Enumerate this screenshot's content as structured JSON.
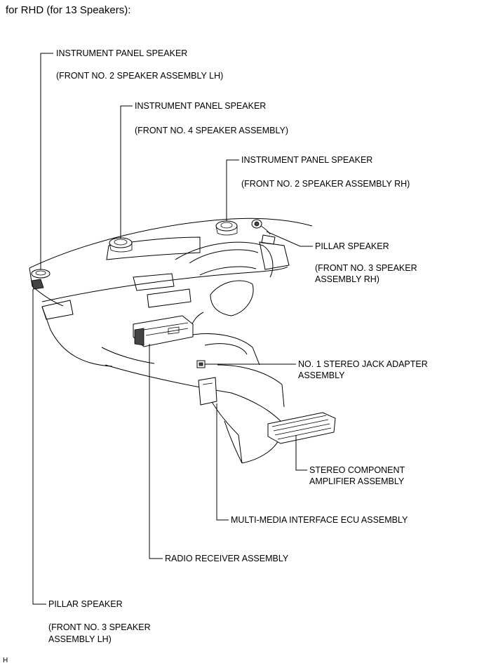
{
  "title": "for RHD (for 13 Speakers):",
  "corner_mark": "H",
  "callouts": {
    "ip_speaker_lh": {
      "name": "INSTRUMENT PANEL SPEAKER",
      "sub": "(FRONT NO. 2 SPEAKER ASSEMBLY LH)"
    },
    "ip_speaker_center": {
      "name": "INSTRUMENT PANEL SPEAKER",
      "sub": "(FRONT NO. 4 SPEAKER ASSEMBLY)"
    },
    "ip_speaker_rh": {
      "name": "INSTRUMENT PANEL SPEAKER",
      "sub": "(FRONT NO. 2 SPEAKER ASSEMBLY RH)"
    },
    "pillar_speaker_rh": {
      "name": "PILLAR SPEAKER",
      "sub1": "(FRONT NO. 3 SPEAKER",
      "sub2": "ASSEMBLY RH)"
    },
    "stereo_jack": {
      "line1": "NO. 1 STEREO JACK ADAPTER",
      "line2": "ASSEMBLY"
    },
    "amplifier": {
      "line1": "STEREO COMPONENT",
      "line2": "AMPLIFIER ASSEMBLY"
    },
    "multimedia_ecu": {
      "name": "MULTI-MEDIA INTERFACE ECU ASSEMBLY"
    },
    "radio_receiver": {
      "name": "RADIO RECEIVER ASSEMBLY"
    },
    "pillar_speaker_lh": {
      "name": "PILLAR SPEAKER",
      "sub1": "(FRONT NO. 3 SPEAKER",
      "sub2": "ASSEMBLY LH)"
    }
  }
}
